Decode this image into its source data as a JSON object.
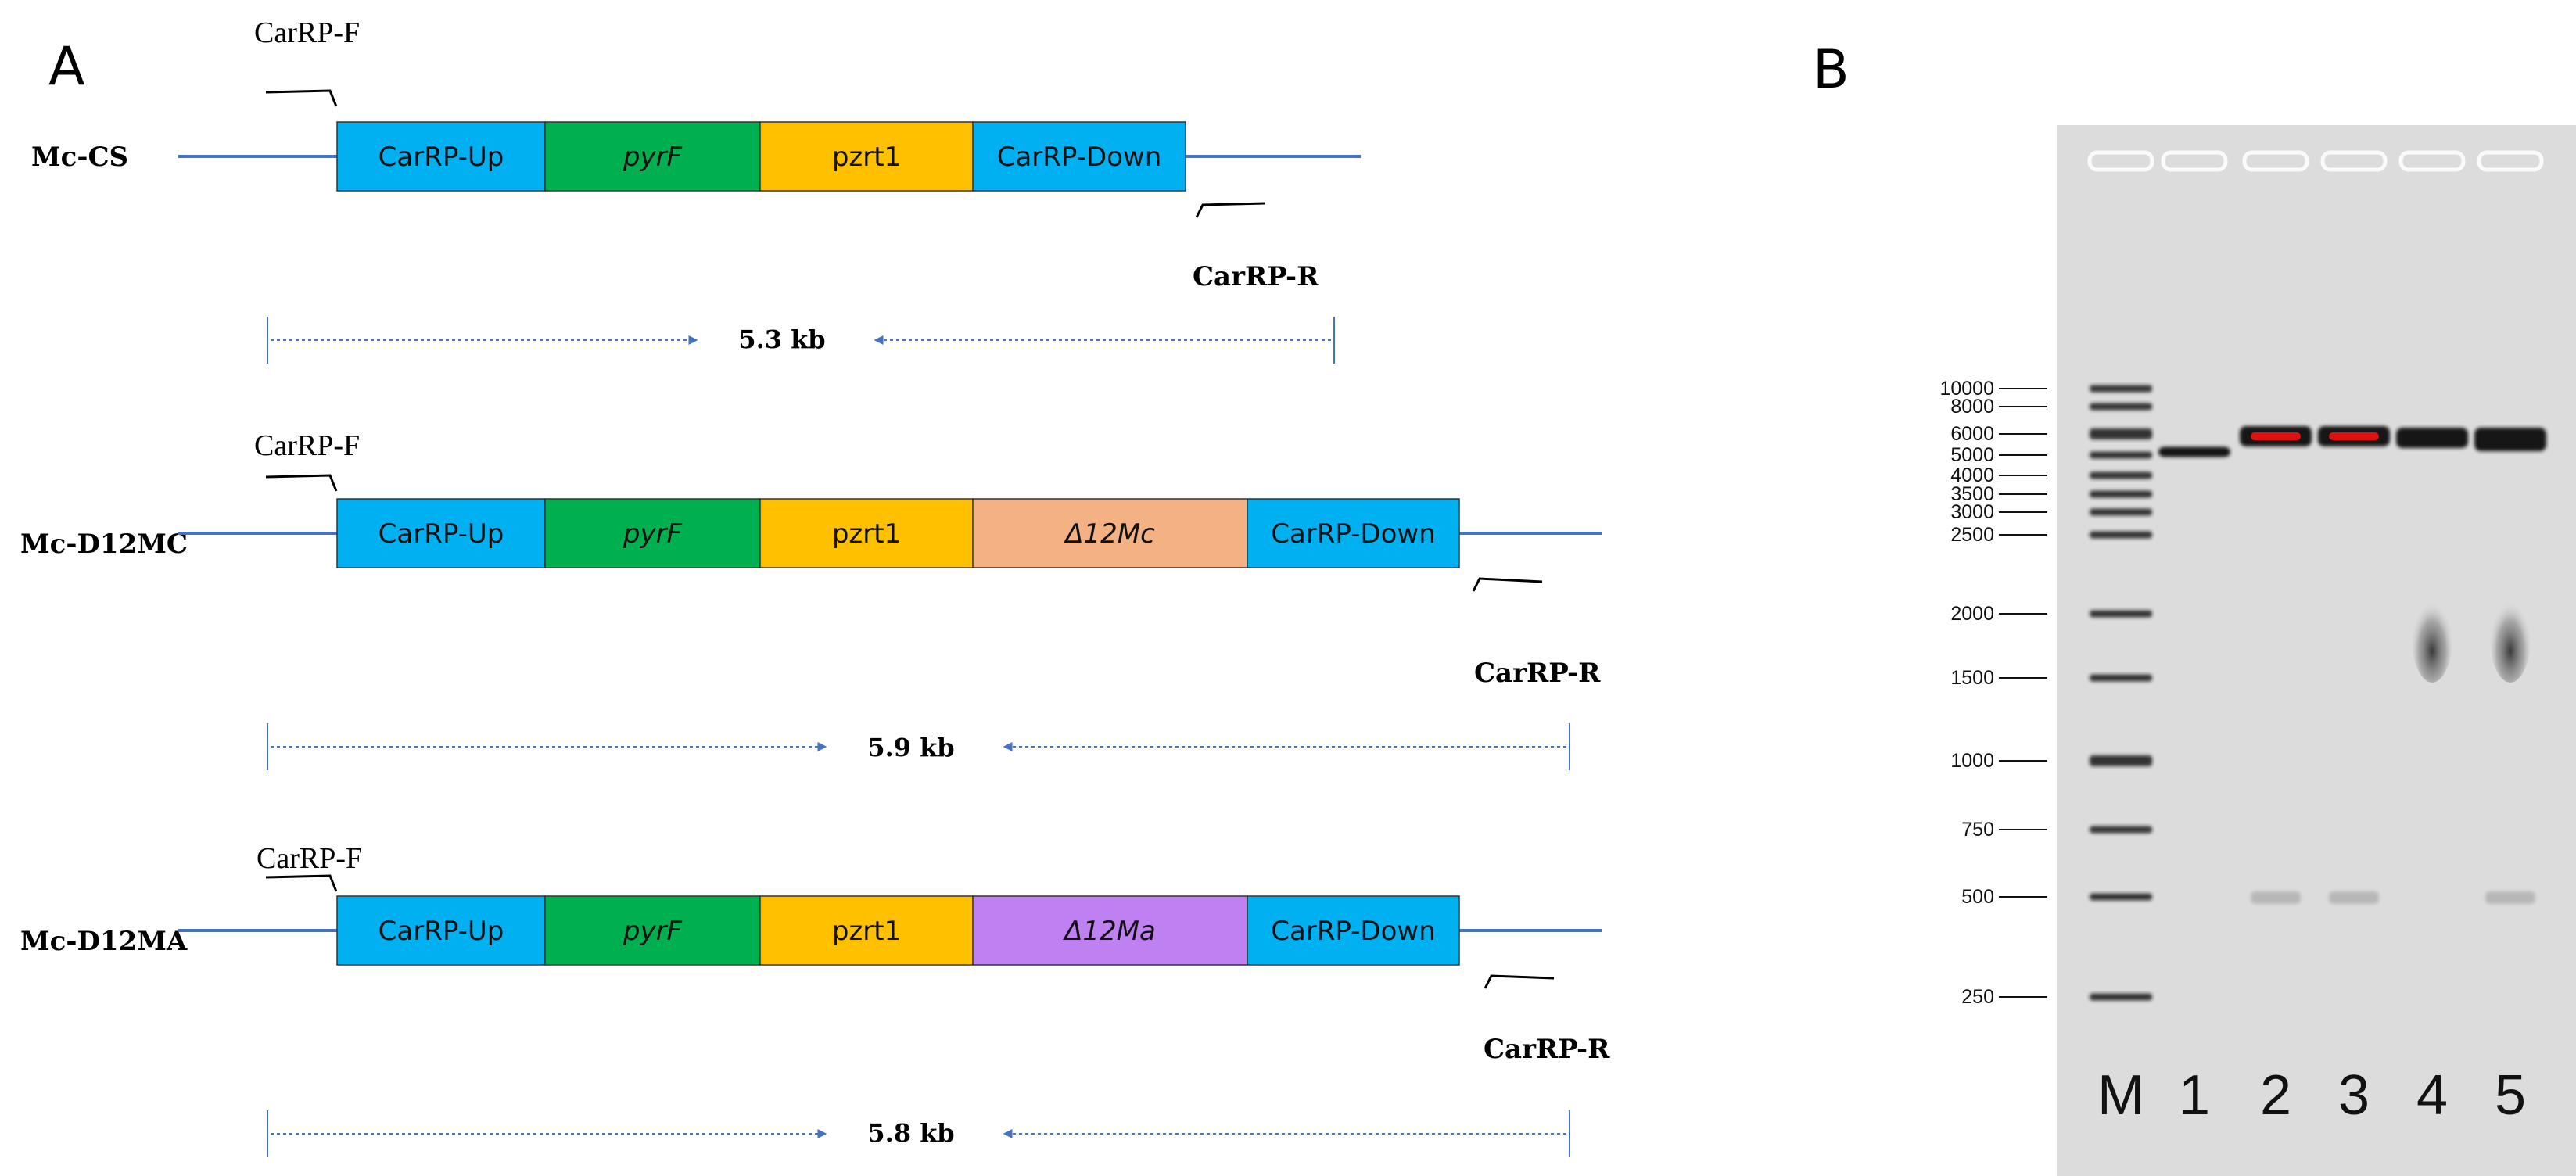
{
  "panel_a": {
    "letter": "A",
    "constructs": [
      {
        "name": "Mc-CS",
        "forward_primer": "CarRP-F",
        "reverse_primer": "CarRP-R",
        "segments": [
          {
            "label": "CarRP-Up",
            "italic": false,
            "color": "#00b0f0"
          },
          {
            "label": "pyrF",
            "italic": true,
            "color": "#00b050"
          },
          {
            "label": "pzrt1",
            "italic": false,
            "color": "#ffc000"
          },
          {
            "label": "CarRP-Down",
            "italic": false,
            "color": "#00b0f0"
          }
        ],
        "amplicon": "5.3 kb"
      },
      {
        "name": "Mc-D12MC",
        "forward_primer": "CarRP-F",
        "reverse_primer": "CarRP-R",
        "segments": [
          {
            "label": "CarRP-Up",
            "italic": false,
            "color": "#00b0f0"
          },
          {
            "label": "pyrF",
            "italic": true,
            "color": "#00b050"
          },
          {
            "label": "pzrt1",
            "italic": false,
            "color": "#ffc000"
          },
          {
            "label": "Δ12Mc",
            "italic": true,
            "color": "#f4b183"
          },
          {
            "label": "CarRP-Down",
            "italic": false,
            "color": "#00b0f0"
          }
        ],
        "amplicon": "5.9 kb"
      },
      {
        "name": "Mc-D12MA",
        "forward_primer": "CarRP-F",
        "reverse_primer": "CarRP-R",
        "segments": [
          {
            "label": "CarRP-Up",
            "italic": false,
            "color": "#00b0f0"
          },
          {
            "label": "pyrF",
            "italic": true,
            "color": "#00b050"
          },
          {
            "label": "pzrt1",
            "italic": false,
            "color": "#ffc000"
          },
          {
            "label": "Δ12Ma",
            "italic": true,
            "color": "#bf80f2"
          },
          {
            "label": "CarRP-Down",
            "italic": false,
            "color": "#00b0f0"
          }
        ],
        "amplicon": "5.8 kb"
      }
    ],
    "colors": {
      "backbone": "#4472c4",
      "dimension": "#4472c4",
      "primer": "#000000"
    }
  },
  "panel_b": {
    "letter": "B",
    "ladder_sizes": [
      "10000",
      "8000",
      "6000",
      "5000",
      "4000",
      "3500",
      "3000",
      "2500",
      "2000",
      "1500",
      "1000",
      "750",
      "500",
      "250"
    ],
    "lane_labels": [
      "M",
      "1",
      "2",
      "3",
      "4",
      "5"
    ],
    "gel_background": "#dcdcdc",
    "band_color": "#141414",
    "saturated_band_color": "#e01010"
  }
}
